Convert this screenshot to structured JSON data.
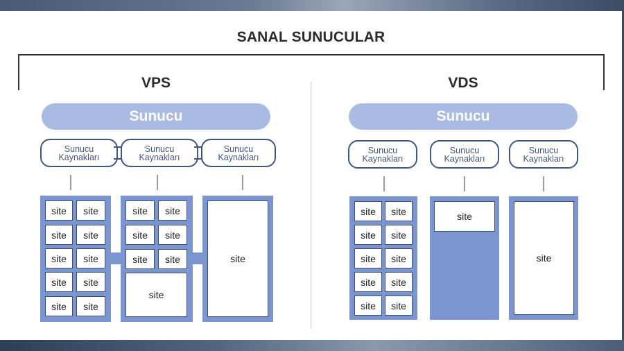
{
  "title": "SANAL SUNUCULAR",
  "vps": {
    "title": "VPS",
    "server_label": "Sunucu",
    "resources": [
      {
        "line1": "Sunucu",
        "line2": "Kaynakları"
      },
      {
        "line1": "Sunucu",
        "line2": "Kaynakları"
      },
      {
        "line1": "Sunucu",
        "line2": "Kaynakları"
      }
    ],
    "site_label": "site"
  },
  "vds": {
    "title": "VDS",
    "server_label": "Sunucu",
    "resources": [
      {
        "line1": "Sunucu",
        "line2": "Kaynakları"
      },
      {
        "line1": "Sunucu",
        "line2": "Kaynakları"
      },
      {
        "line1": "Sunucu",
        "line2": "Kaynakları"
      }
    ],
    "site_label": "site"
  },
  "colors": {
    "server_fill": "#a9bbe3",
    "container_fill": "#7a95cf",
    "resource_border": "#3f5680"
  }
}
